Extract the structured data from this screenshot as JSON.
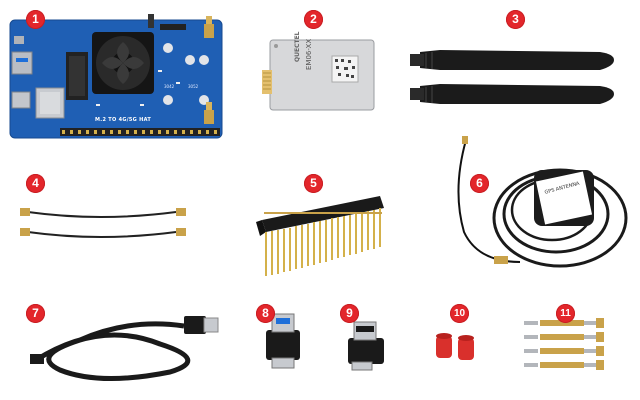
{
  "badges": [
    "1",
    "2",
    "3",
    "4",
    "5",
    "6",
    "7",
    "8",
    "9",
    "10",
    "11"
  ],
  "items": {
    "hat": {
      "name": "m2-4g-5g-hat-board",
      "label": "M.2 TO 4G/5G HAT",
      "marks": [
        "3042",
        "3052"
      ]
    },
    "module": {
      "name": "em06-module",
      "brand": "QUECTEL",
      "model": "EM06-XX"
    },
    "antennas": {
      "name": "lte-antennas",
      "count": 2
    },
    "cables": {
      "name": "ufl-cables",
      "count": 2
    },
    "header": {
      "name": "pin-header",
      "pins": 40
    },
    "gps": {
      "name": "gps-antenna",
      "label": "GPS ANTENNA"
    },
    "usb_cable": {
      "name": "usb-cable"
    },
    "adapter_u": {
      "name": "usb-adapter-u"
    },
    "adapter_n": {
      "name": "usb-adapter-n"
    },
    "caps": {
      "name": "red-caps",
      "count": 2
    },
    "standoffs": {
      "name": "copper-standoffs",
      "count": 4
    }
  },
  "colors": {
    "badge": "#e3262b",
    "pcb": "#1f5fb4",
    "black": "#1a1a1a",
    "brass": "#c9a24a",
    "red": "#d9302c"
  }
}
